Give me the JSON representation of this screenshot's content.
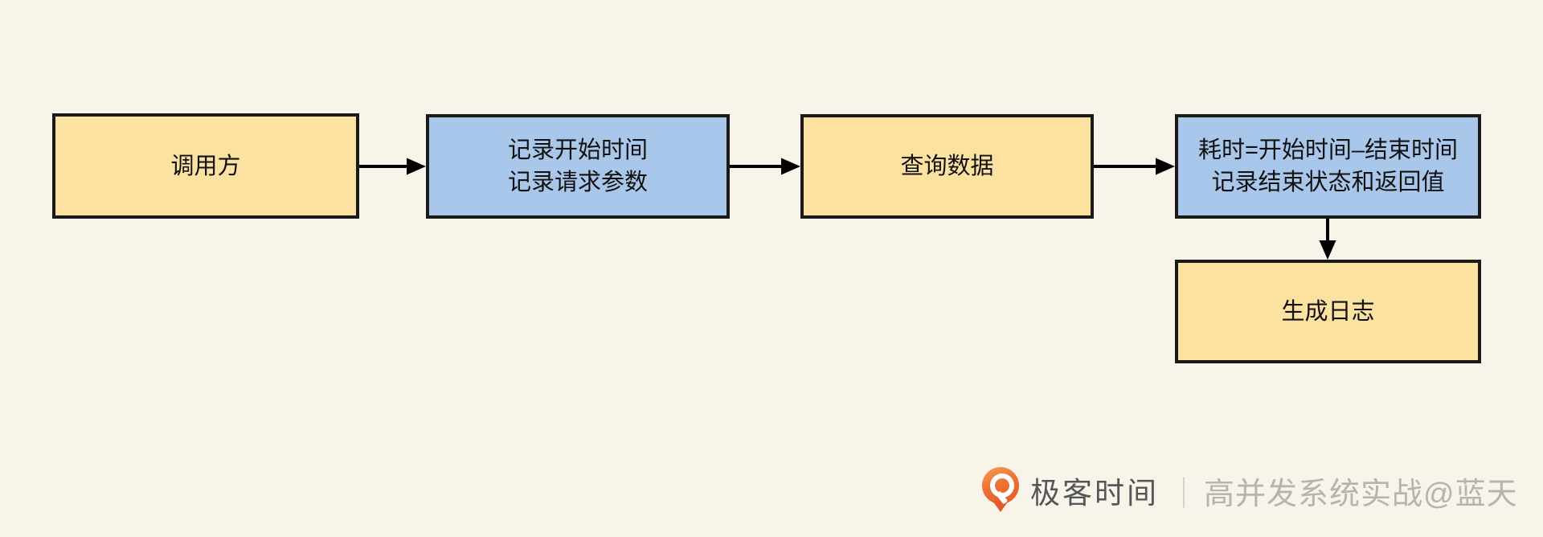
{
  "page": {
    "background": "#F8F4E9"
  },
  "colors": {
    "node_yellow_fill": "#FCE2A0",
    "node_blue_fill": "#A9C7EA",
    "node_border": "#1A1A1A",
    "arrow": "#000000",
    "watermark_brand_text": "#55565A",
    "watermark_course_text": "#B4B4B1",
    "logo_orange": "#ED7335"
  },
  "flowchart": {
    "nodes": [
      {
        "id": "caller",
        "fill": "yellow",
        "lines": [
          "调用方"
        ]
      },
      {
        "id": "record-start",
        "fill": "blue",
        "lines": [
          "记录开始时间",
          "记录请求参数"
        ]
      },
      {
        "id": "query-data",
        "fill": "yellow",
        "lines": [
          "查询数据"
        ]
      },
      {
        "id": "elapsed",
        "fill": "blue",
        "lines": [
          "耗时=开始时间–结束时间",
          "记录结束状态和返回值"
        ]
      },
      {
        "id": "generate-log",
        "fill": "yellow",
        "lines": [
          "生成日志"
        ]
      }
    ],
    "edges": [
      {
        "from": "caller",
        "to": "record-start"
      },
      {
        "from": "record-start",
        "to": "query-data"
      },
      {
        "from": "query-data",
        "to": "elapsed"
      },
      {
        "from": "elapsed",
        "to": "generate-log"
      }
    ]
  },
  "watermark": {
    "brand": "极客时间",
    "separator": "｜",
    "course": "高并发系统实战@蓝天"
  }
}
